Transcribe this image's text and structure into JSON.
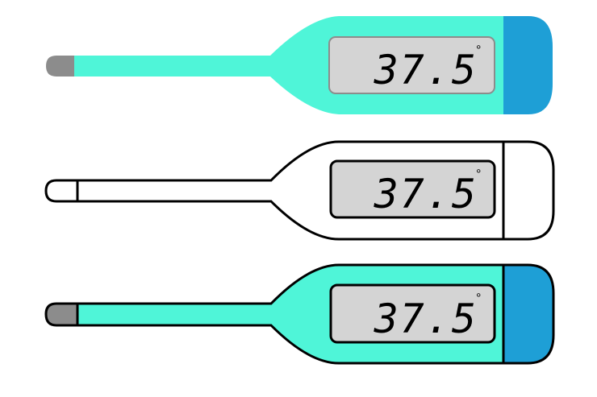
{
  "colors": {
    "turquoise": "#4ff5d8",
    "cap_blue": "#1e9fd6",
    "tip_gray": "#8c8c8c",
    "display_gray": "#d4d4d4",
    "outline": "#000000",
    "white": "#ffffff"
  },
  "thermometers": [
    {
      "style": "flat-color",
      "reading": "37.5",
      "unit_symbol": "°"
    },
    {
      "style": "outline",
      "reading": "37.5",
      "unit_symbol": "°"
    },
    {
      "style": "outlined-color",
      "reading": "37.5",
      "unit_symbol": "°"
    }
  ]
}
